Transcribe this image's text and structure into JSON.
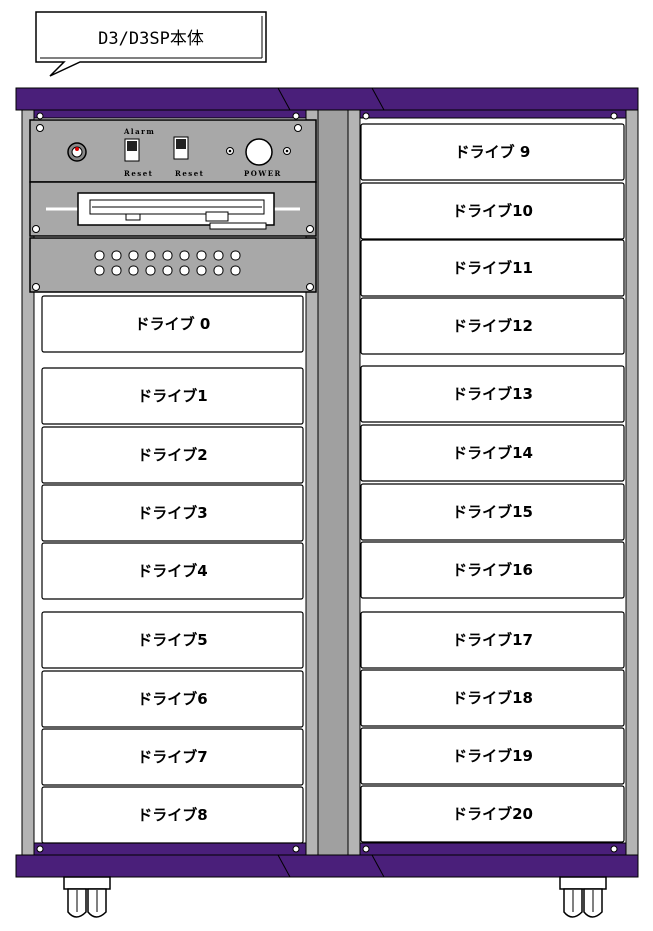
{
  "callout": {
    "title": "D3/D3SP本体"
  },
  "control_panel": {
    "alarm_label": "Alarm",
    "reset_label_1": "Reset",
    "reset_label_2": "Reset",
    "power_label": "POWER"
  },
  "drives_left": [
    "ドライブ 0",
    "ドライブ1",
    "ドライブ2",
    "ドライブ3",
    "ドライブ4",
    "ドライブ5",
    "ドライブ6",
    "ドライブ7",
    "ドライブ8"
  ],
  "drives_right": [
    "ドライブ 9",
    "ドライブ10",
    "ドライブ11",
    "ドライブ12",
    "ドライブ13",
    "ドライブ14",
    "ドライブ15",
    "ドライブ16",
    "ドライブ17",
    "ドライブ18",
    "ドライブ19",
    "ドライブ20"
  ],
  "colors": {
    "frame_purple": "#4a1f7a",
    "rail_gray": "#b4b4b4",
    "panel_gray": "#a8a8a8"
  }
}
